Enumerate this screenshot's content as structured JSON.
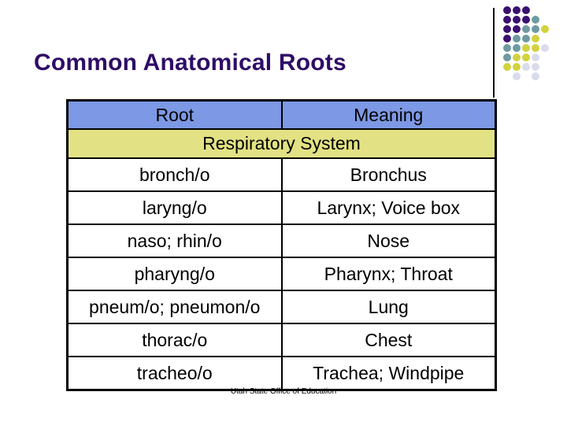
{
  "slide": {
    "title": "Common Anatomical Roots",
    "footer": "Utah State Office of Education",
    "colors": {
      "background": "#ffffff",
      "title": "#2e0d66"
    }
  },
  "table": {
    "columns": [
      "Root",
      "Meaning"
    ],
    "section_header": "Respiratory System",
    "rows": [
      {
        "root": "bronch/o",
        "meaning": "Bronchus"
      },
      {
        "root": "laryng/o",
        "meaning": "Larynx; Voice box"
      },
      {
        "root": "naso; rhin/o",
        "meaning": "Nose"
      },
      {
        "root": "pharyng/o",
        "meaning": "Pharynx; Throat"
      },
      {
        "root": "pneum/o; pneumon/o",
        "meaning": "Lung"
      },
      {
        "root": "thorac/o",
        "meaning": "Chest"
      },
      {
        "root": "tracheo/o",
        "meaning": "Trachea; Windpipe"
      }
    ],
    "colors": {
      "header_bg": "#7d98e4",
      "section_bg": "#e2e284",
      "border": "#000000"
    }
  },
  "decoration": {
    "line_color": "#121212",
    "dot_colors": {
      "P": "#3a1070",
      "T": "#6d9ba1",
      "Y": "#d2d23f",
      "G": "#d9dcec"
    },
    "dot_rows": [
      "PPP..",
      "PPPT.",
      "PPTTY",
      "PTTY.",
      "TTYYG",
      "TYYG.",
      "YYGG.",
      ".G.G."
    ]
  }
}
